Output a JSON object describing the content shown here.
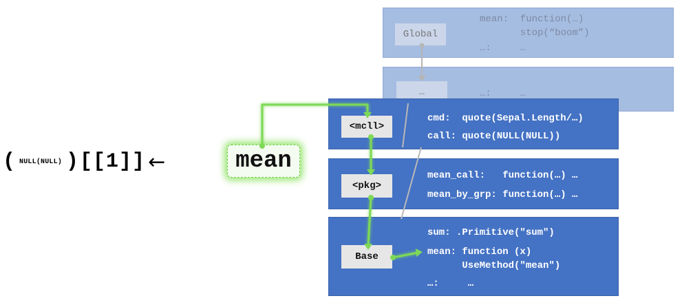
{
  "expression": {
    "open_paren": "(",
    "inner_call": "NULL(NULL)",
    "close_paren": ")",
    "brackets": "[[1]]",
    "assign_arrow": "←",
    "symbol": "mean"
  },
  "frames": {
    "global": {
      "label": "Global",
      "lines": [
        "mean:  function(…)",
        "       stop(“boom”)",
        "…:     …"
      ]
    },
    "ellipsis": {
      "label": "…",
      "lines": [
        "…:     …"
      ]
    },
    "mcll": {
      "label": "<mcll>",
      "lines": [
        "cmd:  quote(Sepal.Length/…)",
        "call: quote(NULL(NULL))"
      ]
    },
    "pkg": {
      "label": "<pkg>",
      "lines": [
        "mean_call:   function(…) …",
        "mean_by_grp: function(…) …"
      ]
    },
    "base": {
      "label": "Base",
      "lines": [
        "sum: .Primitive(\"sum\")",
        "mean: function (x)",
        "      UseMethod(\"mean\")",
        "…:     …"
      ]
    }
  },
  "colors": {
    "active_frame": "#4472c4",
    "faded_frame": "#a6bde2",
    "lookup_path": "#7ed957",
    "parent_link": "#b5b5b5"
  }
}
